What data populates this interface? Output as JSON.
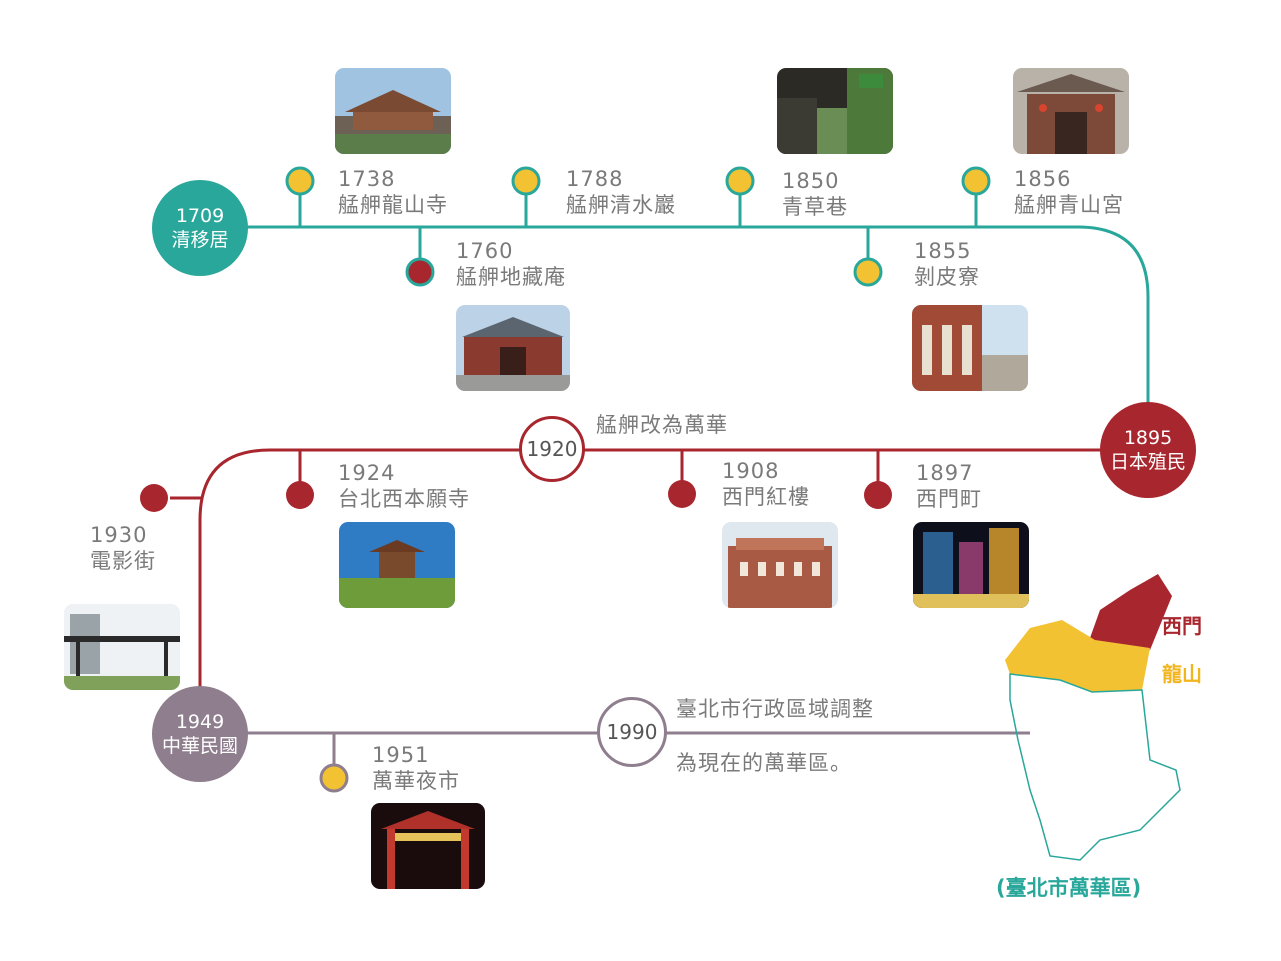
{
  "colors": {
    "teal": "#2aa79b",
    "red": "#a8262e",
    "mauve": "#8e7e8e",
    "yellow": "#f2c232",
    "gray_text": "#7a7a7a"
  },
  "eras": {
    "qing": {
      "year": "1709",
      "name": "清移居"
    },
    "japan": {
      "year": "1895",
      "name": "日本殖民"
    },
    "roc": {
      "year": "1949",
      "name": "中華民國"
    }
  },
  "year_circles": {
    "y1920": "1920",
    "y1990": "1990"
  },
  "events": {
    "e1738": {
      "year": "1738",
      "text": "艋舺龍山寺",
      "icon": "temple-photo"
    },
    "e1788": {
      "year": "1788",
      "text": "艋舺清水巖"
    },
    "e1850": {
      "year": "1850",
      "text": "青草巷",
      "icon": "herb-alley-photo"
    },
    "e1856": {
      "year": "1856",
      "text": "艋舺青山宮",
      "icon": "temple-photo"
    },
    "e1760": {
      "year": "1760",
      "text": "艋舺地藏庵",
      "icon": "temple-photo"
    },
    "e1855": {
      "year": "1855",
      "text": "剝皮寮",
      "icon": "old-street-photo"
    },
    "e1924": {
      "year": "1924",
      "text": "台北西本願寺",
      "icon": "temple-photo"
    },
    "e1908": {
      "year": "1908",
      "text": "西門紅樓",
      "icon": "red-house-photo"
    },
    "e1897": {
      "year": "1897",
      "text": "西門町",
      "icon": "night-street-photo"
    },
    "e1930": {
      "year": "1930",
      "text": "電影街",
      "icon": "cinema-street-photo"
    },
    "e1951": {
      "year": "1951",
      "text": "萬華夜市",
      "icon": "night-market-photo"
    }
  },
  "notes": {
    "rename": "艋舺改為萬華",
    "adjust_line1": "臺北市行政區域調整",
    "adjust_line2": "為現在的萬華區。"
  },
  "map": {
    "region_ximen": "西門",
    "region_longshan": "龍山",
    "caption": "(臺北市萬華區)"
  }
}
